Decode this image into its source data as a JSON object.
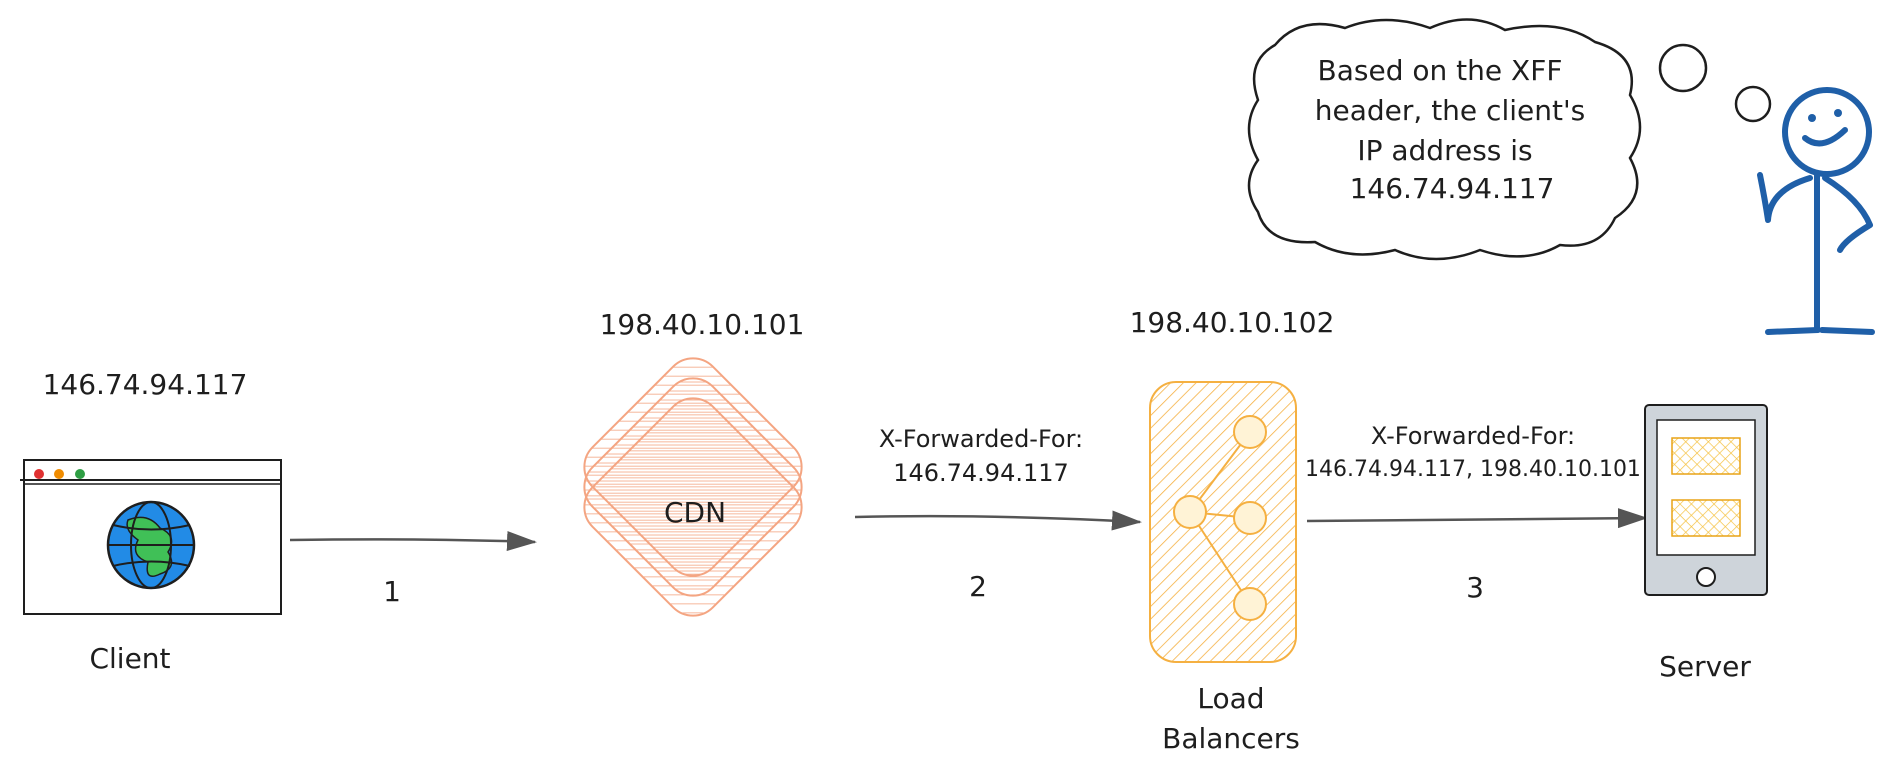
{
  "client": {
    "ip": "146.74.94.117",
    "label": "Client",
    "icon": "browser-globe-icon"
  },
  "cdn": {
    "ip": "198.40.10.101",
    "label": "CDN",
    "color": "#f4a582"
  },
  "load_balancer": {
    "ip": "198.40.10.102",
    "label_line1": "Load",
    "label_line2": "Balancers",
    "color": "#f5b041",
    "icon": "network-nodes-icon"
  },
  "server": {
    "label": "Server",
    "icon": "server-device-icon",
    "panel_color": "#f5c242"
  },
  "arrows": [
    {
      "step": "1",
      "header_line1": "",
      "header_line2": ""
    },
    {
      "step": "2",
      "header_line1": "X-Forwarded-For:",
      "header_line2": "146.74.94.117"
    },
    {
      "step": "3",
      "header_line1": "X-Forwarded-For:",
      "header_line2": "146.74.94.117, 198.40.10.101"
    }
  ],
  "thought": {
    "line1": "Based on the XFF",
    "line2": "header, the client's",
    "line3": "IP address is",
    "line4": "146.74.94.117"
  },
  "person": {
    "icon": "stick-figure-icon",
    "color": "#1f5fa8"
  }
}
